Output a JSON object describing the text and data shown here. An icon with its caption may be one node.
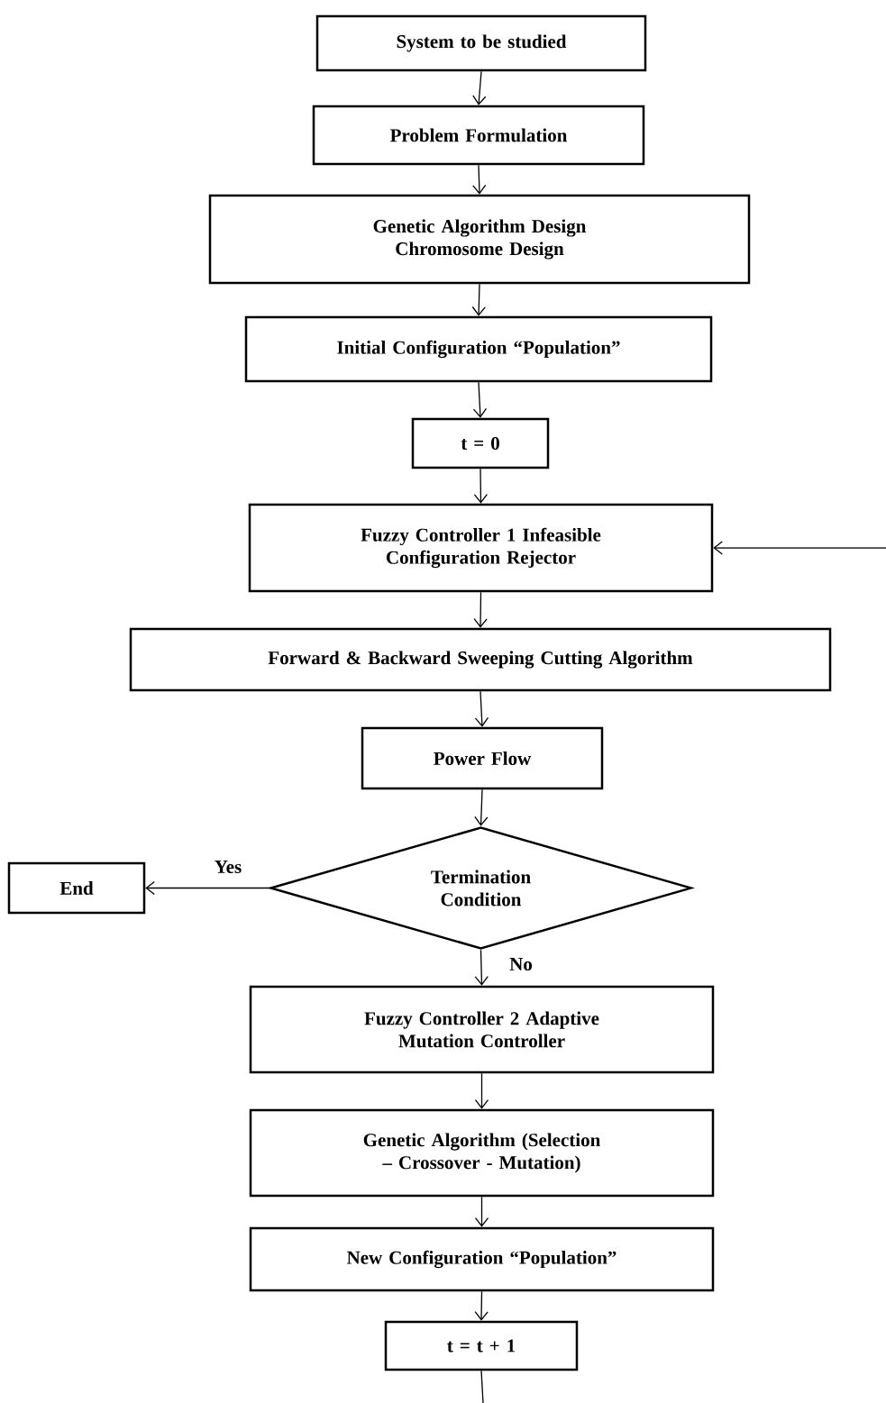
{
  "diagram": {
    "nodes": [
      {
        "text": [
          "System to be studied"
        ]
      },
      {
        "text": [
          "Problem Formulation"
        ]
      },
      {
        "text": [
          "Genetic Algorithm Design Chromosome Design"
        ]
      },
      {
        "text": [
          "Initial Configuration “Population”"
        ]
      },
      {
        "text": [
          "t = 0"
        ]
      },
      {
        "text": [
          "Fuzzy Controller 1 Infeasible Configuration Rejector"
        ]
      },
      {
        "text": [
          "Forward & Backward Sweeping Cutting Algorithm"
        ]
      },
      {
        "text": [
          "Power Flow"
        ]
      },
      {
        "text": [
          "Termination Condition"
        ]
      },
      {
        "text": [
          "End"
        ]
      },
      {
        "text": [
          "Fuzzy Controller 2 Adaptive Mutation Controller"
        ]
      },
      {
        "text": [
          "Genetic Algorithm (Selection – Crossover - Mutation)"
        ]
      },
      {
        "text": [
          "New Configuration “Population”"
        ]
      },
      {
        "text": [
          "t = t + 1"
        ]
      }
    ],
    "edges": [
      {
        "from": 0,
        "to": 1,
        "arrow": "to"
      },
      {
        "from": 1,
        "to": 2,
        "arrow": "to"
      },
      {
        "from": 2,
        "to": 3,
        "arrow": "to"
      },
      {
        "from": 3,
        "to": 4,
        "arrow": "to"
      },
      {
        "from": 4,
        "to": 5,
        "arrow": "to"
      },
      {
        "from": 5,
        "to": 6,
        "arrow": "to"
      },
      {
        "from": 6,
        "to": 7,
        "arrow": "to"
      },
      {
        "from": 7,
        "to": 8,
        "arrow": "to"
      },
      {
        "from": 8,
        "to": 9,
        "arrow": "to",
        "label": "Yes"
      },
      {
        "from": 8,
        "to": 10,
        "arrow": "to",
        "label": "No"
      },
      {
        "from": 10,
        "to": 11,
        "arrow": "to"
      },
      {
        "from": 11,
        "to": 12,
        "arrow": "to"
      },
      {
        "from": 12,
        "to": 13,
        "arrow": "to"
      },
      {
        "from": 13,
        "to": null,
        "arrow": "none"
      },
      {
        "from": null,
        "to": 5,
        "arrow": "to"
      }
    ]
  }
}
